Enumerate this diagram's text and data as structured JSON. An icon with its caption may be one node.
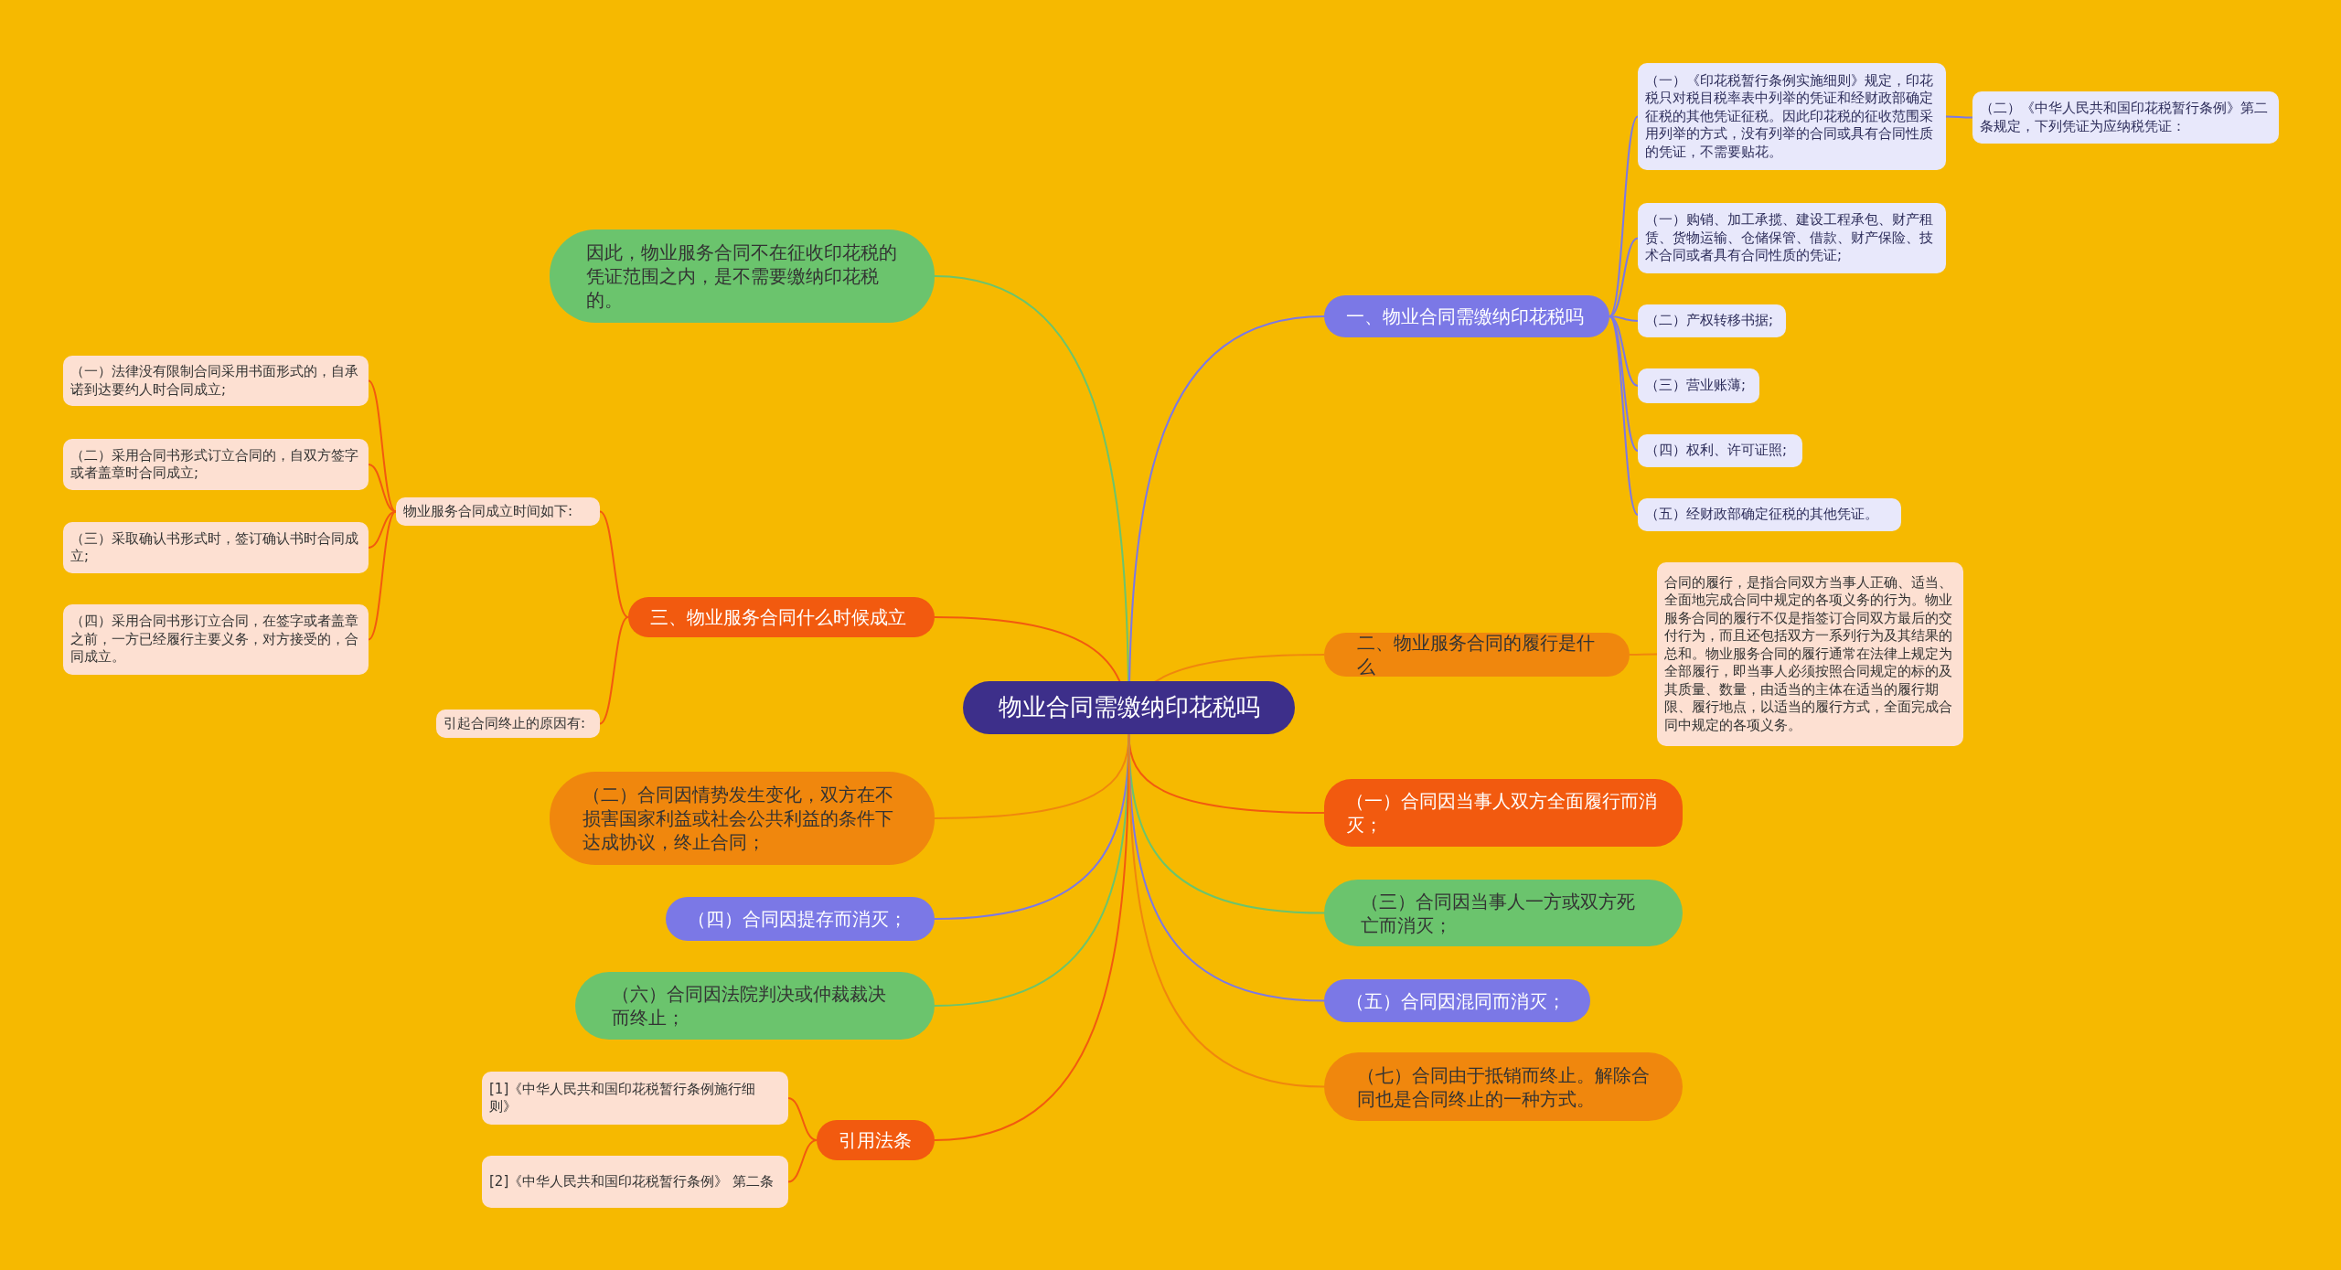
{
  "diagram": {
    "nodes": [
      {
        "text": [
          "物业合同需缴纳印花税吗"
        ]
      },
      {
        "text": [
          "因此，物业服务合同不在征收印花税的凭证范围之内，是不需要缴纳印花税的。"
        ]
      },
      {
        "text": [
          "三、物业服务合同什么时候成立"
        ]
      },
      {
        "text": [
          "物业服务合同成立时间如下:"
        ]
      },
      {
        "text": [
          "（一）法律没有限制合同采用书面形式的，自承诺到达要约人时合同成立;"
        ]
      },
      {
        "text": [
          "（二）采用合同书形式订立合同的，自双方签字或者盖章时合同成立;"
        ]
      },
      {
        "text": [
          "（三）采取确认书形式时，签订确认书时合同成立;"
        ]
      },
      {
        "text": [
          "（四）采用合同书形订立合同，在签字或者盖章之前，一方已经履行主要义务，对方接受的，合同成立。"
        ]
      },
      {
        "text": [
          "引起合同终止的原因有:"
        ]
      },
      {
        "text": [
          "（二）合同因情势发生变化，双方在不损害国家利益或社会公共利益的条件下达成协议，终止合同；"
        ]
      },
      {
        "text": [
          "（四）合同因提存而消灭；"
        ]
      },
      {
        "text": [
          "（六）合同因法院判决或仲裁裁决而终止；"
        ]
      },
      {
        "text": [
          "引用法条"
        ]
      },
      {
        "text": [
          "[1]《中华人民共和国印花税暂行条例施行细则》"
        ]
      },
      {
        "text": [
          "[2]《中华人民共和国印花税暂行条例》 第二条"
        ]
      },
      {
        "text": [
          "一、物业合同需缴纳印花税吗"
        ]
      },
      {
        "text": [
          "（一）《印花税暂行条例实施细则》规定，印花税只对税目税率表中列举的凭证和经财政部确定征税的其他凭证征税。因此印花税的征收范围采用列举的方式，没有列举的合同或具有合同性质的凭证，不需要贴花。"
        ]
      },
      {
        "text": [
          "（二）《中华人民共和国印花税暂行条例》第二条规定，下列凭证为应纳税凭证："
        ]
      },
      {
        "text": [
          "（一）购销、加工承揽、建设工程承包、财产租赁、货物运输、仓储保管、借款、财产保险、技术合同或者具有合同性质的凭证;"
        ]
      },
      {
        "text": [
          "（二）产权转移书据;"
        ]
      },
      {
        "text": [
          "（三）营业账薄;"
        ]
      },
      {
        "text": [
          "（四）权利、许可证照;"
        ]
      },
      {
        "text": [
          "（五）经财政部确定征税的其他凭证。"
        ]
      },
      {
        "text": [
          "二、物业服务合同的履行是什么"
        ]
      },
      {
        "text": [
          "合同的履行，是指合同双方当事人正确、适当、全面地完成合同中规定的各项义务的行为。物业服务合同的履行不仅是指签订合同双方最后的交付行为，而且还包括双方一系列行为及其结果的总和。物业服务合同的履行通常在法律上规定为全部履行，即当事人必须按照合同规定的标的及其质量、数量，由适当的主体在适当的履行期限、履行地点，以适当的履行方式，全面完成合同中规定的各项义务。"
        ]
      },
      {
        "text": [
          "（一）合同因当事人双方全面履行而消灭；"
        ]
      },
      {
        "text": [
          "（三）合同因当事人一方或双方死亡而消灭；"
        ]
      },
      {
        "text": [
          "（五）合同因混同而消灭；"
        ]
      },
      {
        "text": [
          "（七）合同由于抵销而终止。解除合同也是合同终止的一种方式。"
        ]
      }
    ],
    "edges": [
      {
        "from": 0,
        "to": 1,
        "arrow": "none",
        "color": "#6bc46d"
      },
      {
        "from": 0,
        "to": 2,
        "arrow": "none",
        "color": "#f25a0f"
      },
      {
        "from": 2,
        "to": 3,
        "arrow": "none",
        "color": "#f25a0f"
      },
      {
        "from": 3,
        "to": 4,
        "arrow": "none",
        "color": "#f25a0f"
      },
      {
        "from": 3,
        "to": 5,
        "arrow": "none",
        "color": "#f25a0f"
      },
      {
        "from": 3,
        "to": 6,
        "arrow": "none",
        "color": "#f25a0f"
      },
      {
        "from": 3,
        "to": 7,
        "arrow": "none",
        "color": "#f25a0f"
      },
      {
        "from": 2,
        "to": 8,
        "arrow": "none",
        "color": "#f25a0f"
      },
      {
        "from": 0,
        "to": 9,
        "arrow": "none",
        "color": "#f0870d"
      },
      {
        "from": 0,
        "to": 10,
        "arrow": "none",
        "color": "#7b78e6"
      },
      {
        "from": 0,
        "to": 11,
        "arrow": "none",
        "color": "#6bc46d"
      },
      {
        "from": 0,
        "to": 12,
        "arrow": "none",
        "color": "#f25a0f"
      },
      {
        "from": 12,
        "to": 13,
        "arrow": "none",
        "color": "#f25a0f"
      },
      {
        "from": 12,
        "to": 14,
        "arrow": "none",
        "color": "#f25a0f"
      },
      {
        "from": 0,
        "to": 15,
        "arrow": "none",
        "color": "#7b78e6"
      },
      {
        "from": 15,
        "to": 16,
        "arrow": "none",
        "color": "#7b78e6"
      },
      {
        "from": 16,
        "to": 17,
        "arrow": "none",
        "color": "#7b78e6"
      },
      {
        "from": 15,
        "to": 18,
        "arrow": "none",
        "color": "#7b78e6"
      },
      {
        "from": 15,
        "to": 19,
        "arrow": "none",
        "color": "#7b78e6"
      },
      {
        "from": 15,
        "to": 20,
        "arrow": "none",
        "color": "#7b78e6"
      },
      {
        "from": 15,
        "to": 21,
        "arrow": "none",
        "color": "#7b78e6"
      },
      {
        "from": 15,
        "to": 22,
        "arrow": "none",
        "color": "#7b78e6"
      },
      {
        "from": 0,
        "to": 23,
        "arrow": "none",
        "color": "#f0870d"
      },
      {
        "from": 23,
        "to": 24,
        "arrow": "none",
        "color": "#f0870d"
      },
      {
        "from": 0,
        "to": 25,
        "arrow": "none",
        "color": "#f25a0f"
      },
      {
        "from": 0,
        "to": 26,
        "arrow": "none",
        "color": "#6bc46d"
      },
      {
        "from": 0,
        "to": 27,
        "arrow": "none",
        "color": "#7b78e6"
      },
      {
        "from": 0,
        "to": 28,
        "arrow": "none",
        "color": "#f0870d"
      }
    ]
  }
}
